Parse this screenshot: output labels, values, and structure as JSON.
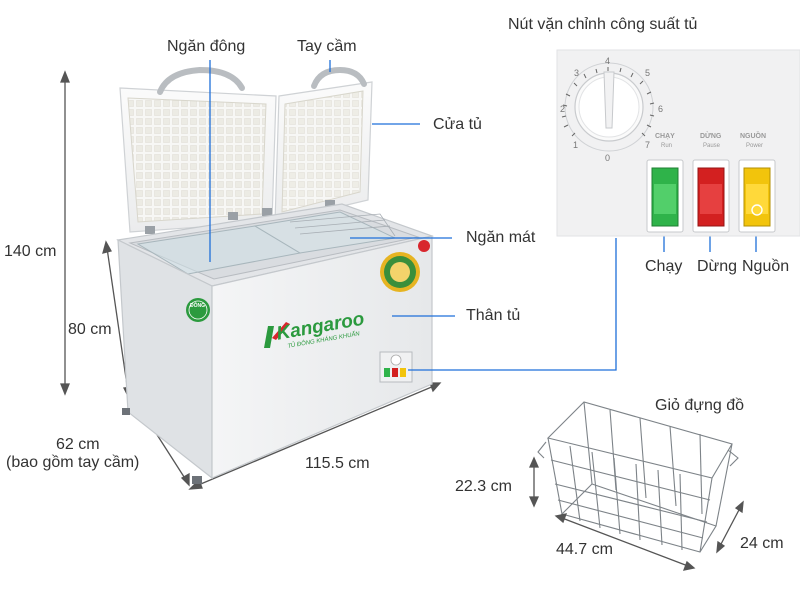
{
  "labels": {
    "ngan_dong": "Ngăn đông",
    "tay_cam": "Tay cầm",
    "cua_tu": "Cửa tủ",
    "ngan_mat": "Ngăn mát",
    "than_tu": "Thân tủ",
    "nut_van": "Nút vặn chỉnh công suất tủ",
    "chay": "Chạy",
    "dung": "Dừng",
    "nguon": "Nguồn",
    "gio_dung_do": "Giỏ đựng đồ"
  },
  "dimensions": {
    "height_total": "140 cm",
    "height_body": "80 cm",
    "depth": "62 cm",
    "depth_note": "(bao gồm tay cầm)",
    "width": "115.5 cm",
    "basket_height": "22.3 cm",
    "basket_length": "44.7 cm",
    "basket_width": "24 cm"
  },
  "panel": {
    "dial_numbers": [
      "0",
      "1",
      "2",
      "3",
      "4",
      "5",
      "6",
      "7"
    ],
    "chay_vn": "CHẠY",
    "chay_en": "Run",
    "dung_vn": "DỪNG",
    "dung_en": "Pause",
    "nguon_vn": "NGUỒN",
    "nguon_en": "Power"
  },
  "branding": {
    "brand": "Kangaroo",
    "slogan": "TỦ ĐÔNG KHÁNG KHUẨN",
    "badge": "ĐÔNG"
  },
  "colors": {
    "leader_line": "#1e6fd9",
    "brand_green": "#2b9a3e",
    "brand_red": "#d8262d",
    "switch_green": "#2fb34a",
    "switch_red": "#d32020",
    "switch_yellow": "#f2c40c"
  }
}
